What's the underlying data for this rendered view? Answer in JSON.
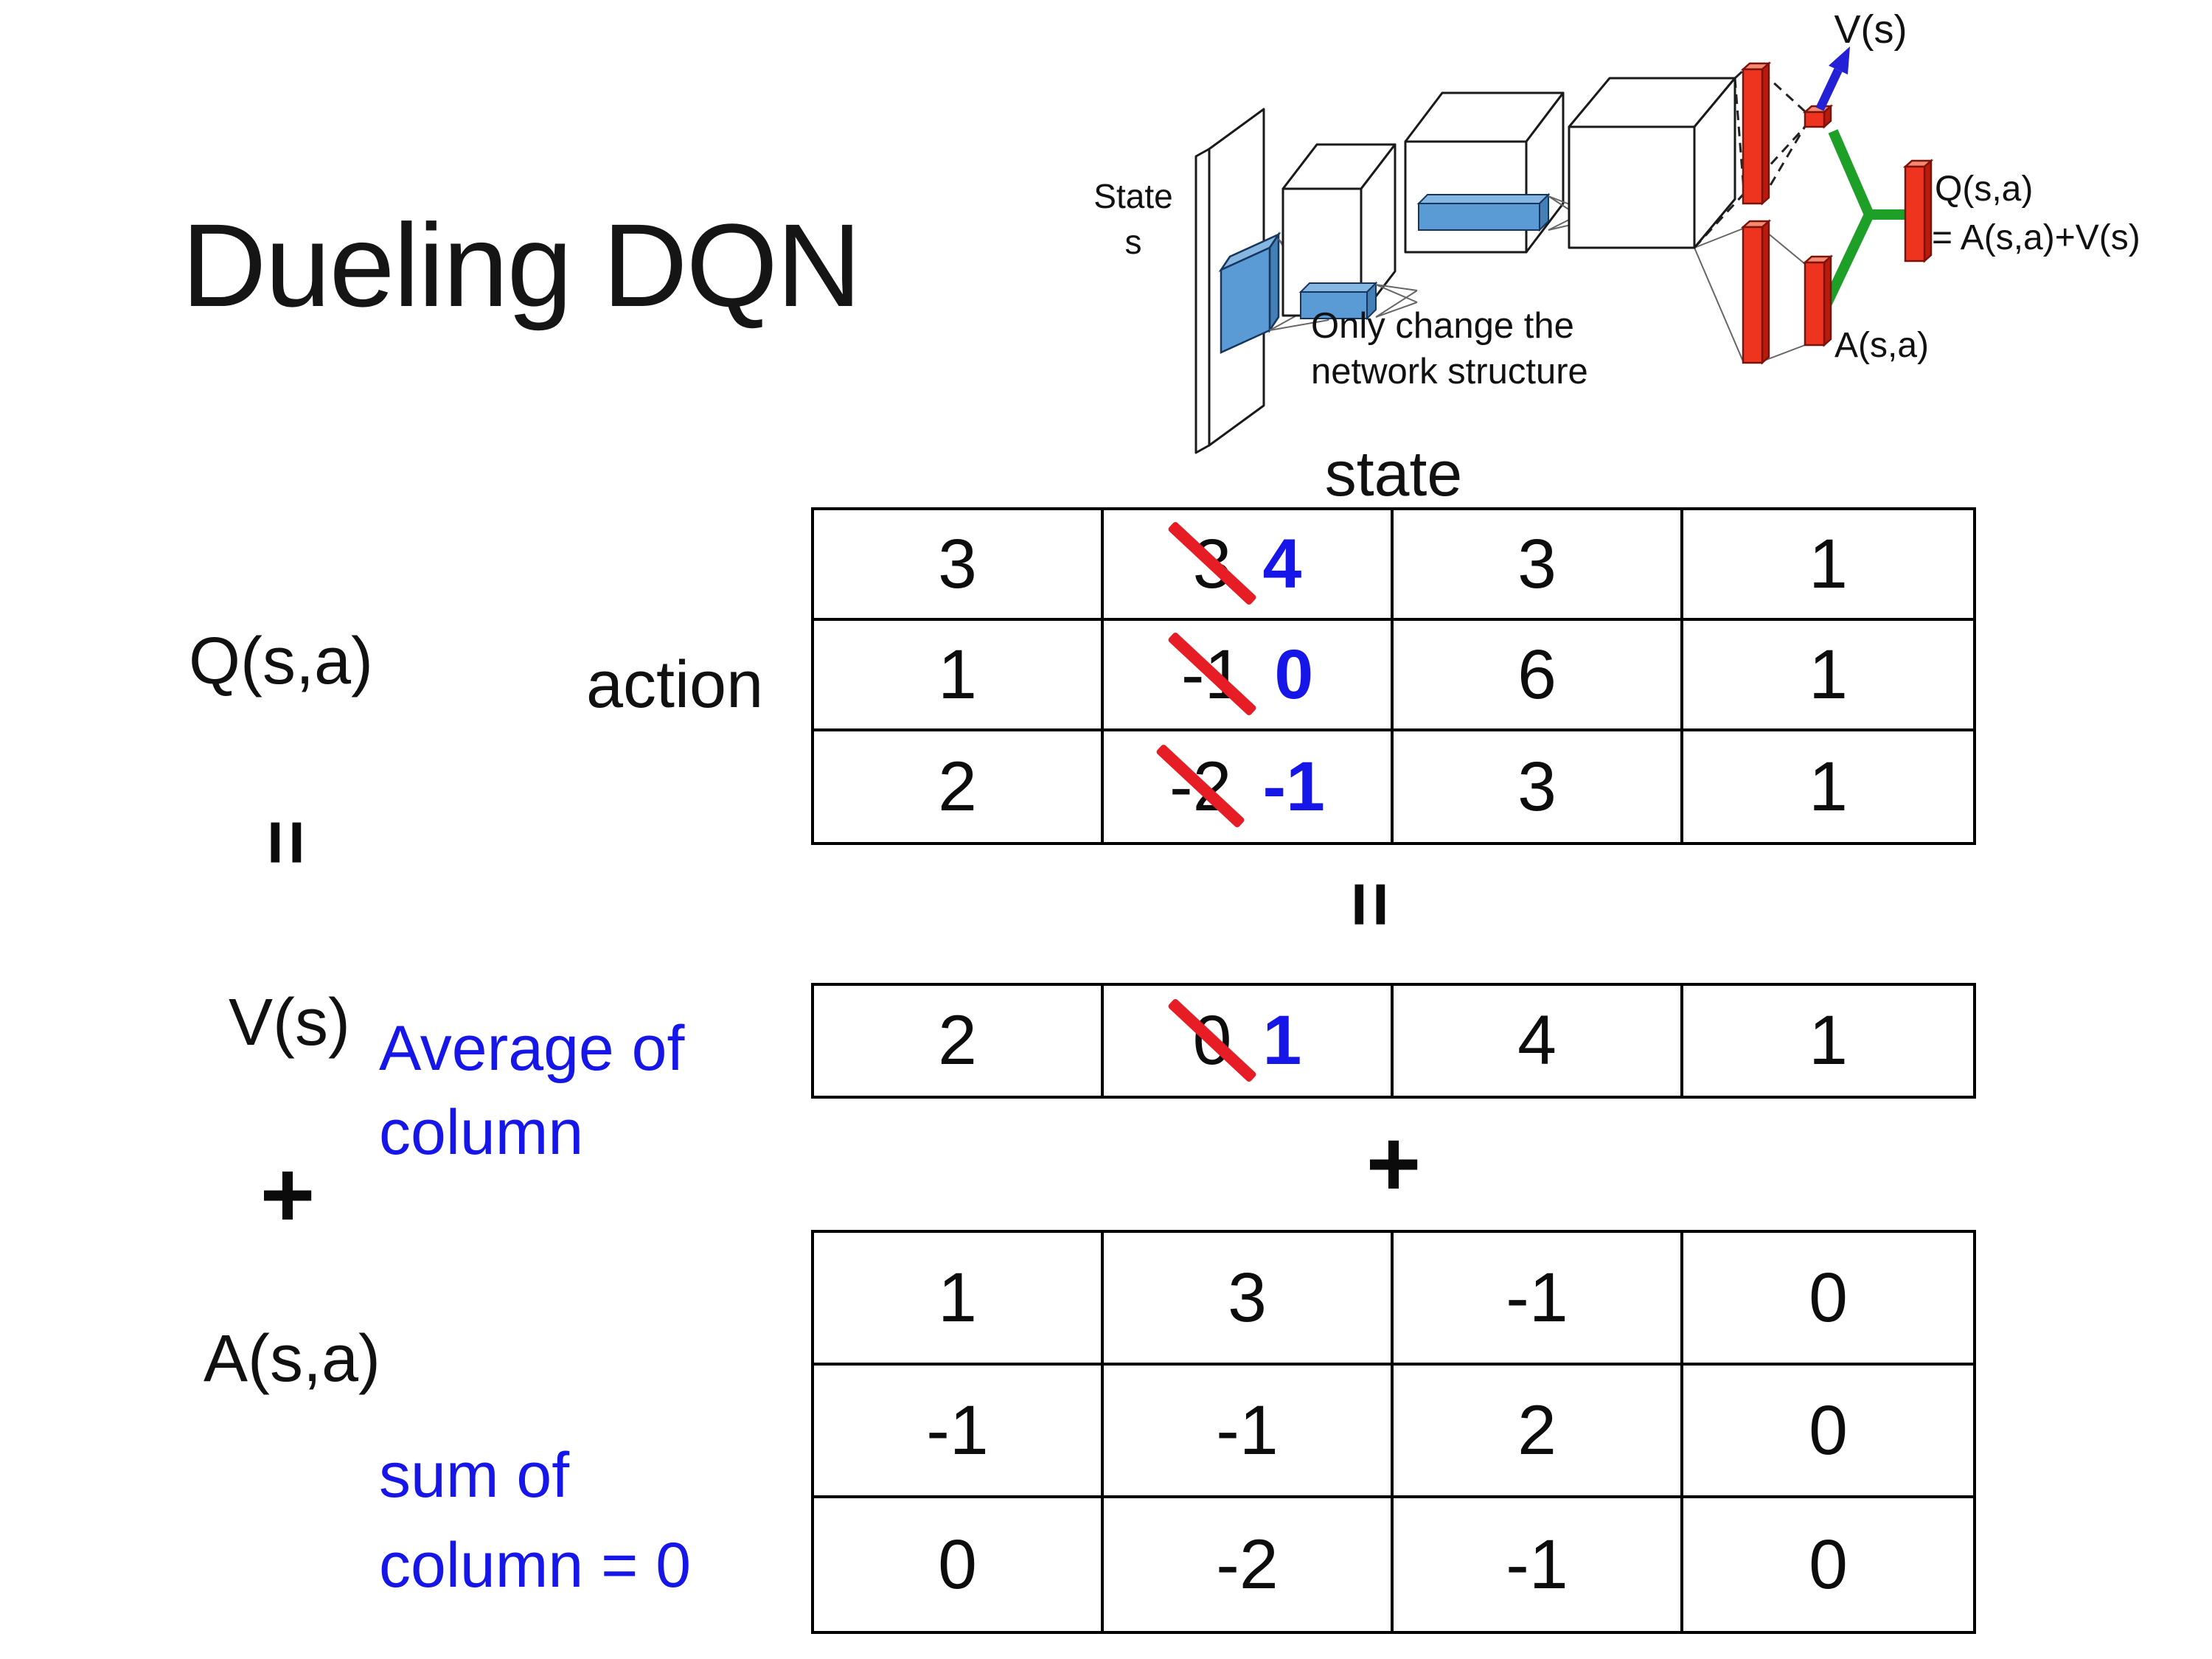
{
  "slide": {
    "title": "Dueling DQN",
    "q_label": "Q(s,a)",
    "action_label": "action",
    "state_label": "state",
    "v_label": "V(s)",
    "a_label": "A(s,a)",
    "equals_sign": "=",
    "plus_sign": "+",
    "average_note_line1": "Average of",
    "average_note_line2": "column",
    "sum_note_line1": "sum of",
    "sum_note_line2": "column = 0"
  },
  "diagram": {
    "state_line1": "State",
    "state_line2": "s",
    "note_line1": "Only change the",
    "note_line2": "network structure",
    "v_output": "V(s)",
    "q_output_line1": "Q(s,a)",
    "q_output_line2": "= A(s,a)+V(s)",
    "a_output": "A(s,a)"
  },
  "tables": {
    "q_table": {
      "rows": [
        [
          {
            "v": "3"
          },
          {
            "old": "3",
            "new": "4"
          },
          {
            "v": "3"
          },
          {
            "v": "1"
          }
        ],
        [
          {
            "v": "1"
          },
          {
            "old": "-1",
            "new": "0"
          },
          {
            "v": "6"
          },
          {
            "v": "1"
          }
        ],
        [
          {
            "v": "2"
          },
          {
            "old": "-2",
            "new": "-1"
          },
          {
            "v": "3"
          },
          {
            "v": "1"
          }
        ]
      ]
    },
    "v_table": {
      "rows": [
        [
          {
            "v": "2"
          },
          {
            "old": "0",
            "new": "1"
          },
          {
            "v": "4"
          },
          {
            "v": "1"
          }
        ]
      ]
    },
    "a_table": {
      "rows": [
        [
          {
            "v": "1"
          },
          {
            "v": "3"
          },
          {
            "v": "-1"
          },
          {
            "v": "0"
          }
        ],
        [
          {
            "v": "-1"
          },
          {
            "v": "-1"
          },
          {
            "v": "2"
          },
          {
            "v": "0"
          }
        ],
        [
          {
            "v": "0"
          },
          {
            "v": "-2"
          },
          {
            "v": "-1"
          },
          {
            "v": "0"
          }
        ]
      ]
    }
  },
  "colors": {
    "annotation_blue": "#1616e8",
    "strike_red": "#e71d25",
    "bar_red": "#ee341f",
    "merge_green": "#1e9f28",
    "arrow_blue": "#2320d6",
    "filter_blue": "#5b9bd5"
  }
}
